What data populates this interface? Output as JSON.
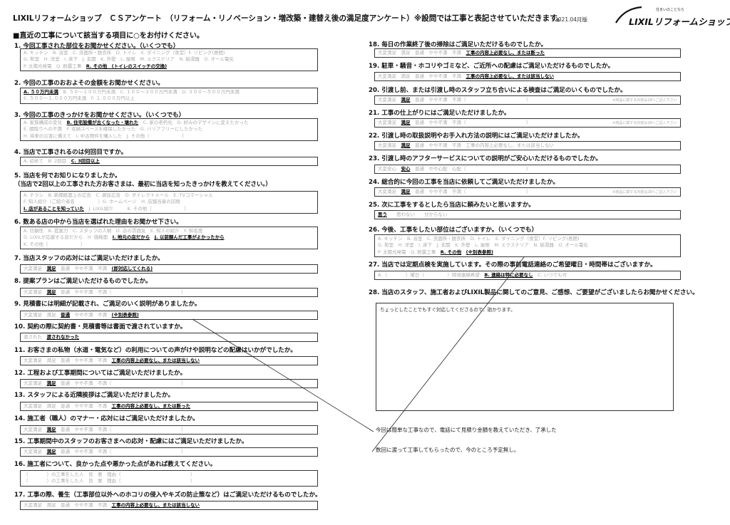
{
  "header": {
    "title": "LIXILリフォームショップ　ＣＳアンケート　（リフォーム・リノベーション・増改築・建替え後の満足度アンケート）※設問では工事と表記させていただきます。",
    "revision": "2021.04月版",
    "logo_small": "住まいのことなら",
    "logo_name": "LIXILリフォームショップ"
  },
  "instruction": "■直近の工事について該当する項目に○をお付けください。",
  "left": [
    {
      "title": "1. 今回工事された部位をお聞かせください。（いくつでも）",
      "lines": [
        "A. キッチン　B. 浴室　C. 洗面所・脱衣所　D. トイレ　E. ダイニング（食堂）F. リビング(居間)",
        "G. 和室　H. 洋室　I. 床下　J. 玄関　K. 外壁　L. 屋根　M. エクステリア　N. 給湯器　O. オール電化",
        "P. 太陽光発電　Q. 耐震工事　|R. その他　(トイレのスイッチの交換)"
      ]
    },
    {
      "title": "2. 今回の工事のおおよその金額をお聞かせください。",
      "lines": [
        "|A. ５０万円未満|　B. ５０～１００万円未満　C. １００～３００万円未満　D. ３００～５００万円未満",
        "E. ５００～１,０００万円未満　F. １,０００万円以上"
      ]
    },
    {
      "title": "3. 今回の工事のきっかけをお聞かせください。（いくつでも）",
      "lines": [
        "A. 家族構成の変化　|B. 住宅設備が古くなった・壊れた|　C. 家の老朽化　D. 好みのデザインに変えたかった",
        "E. 間取りへの不満　F. 収納スペースを確保したかった　G. バリアフリーにしたかった",
        "H. 将来の災害に備えて　I. 中古物件を購入した　J. その他（　　　　　　　）"
      ]
    },
    {
      "title": "4. 当店で工事されるのは何回目ですか。",
      "lines": [
        "A. 初めて　B. 2回目　|C. 3回目以上"
      ]
    },
    {
      "title": "5. 当店を何でお知りになりましたか。",
      "sub": "（当店で2回以上の工事された方お客さまは、最初に当店を知ったきっかけを教えてください。）",
      "lines": [
        "A. チラシ　B. 新聞紙面上の広告　C. 雑誌広告　D. ダイレクトメール　E. TVコマーシャル",
        "F. 知人紹介（ご紹介者名　　　　　）G. ホームページ　H. 店舗当者の訪問",
        "|I. 店があることを知っていた|　J. LIXIL紹介　　　K. その他（　　　　　　　）"
      ]
    },
    {
      "title": "6. 数ある店の中から当店を選ばれた理由をお聞かせ下さい。",
      "lines": [
        "A. 信頼性　B. 提案力　C. スタッフの人柄　D. 店の雰囲気　E. 知人の紹介　F. 知名度",
        "G. LIXILが応援する店だから　H. 価格面　|I. 地元の店だから|　|J. 以前頼んだ工事がよかったから",
        "K. その他（　　　　　　　）"
      ]
    },
    {
      "title": "7. 当店スタッフの応対にはご満足いただけましたか。",
      "lines": [
        "大変満足　|満足|　普通　やや不満　不満　|(即対応してくれる)"
      ]
    },
    {
      "title": "8. 提案プランはご満足いただけるものでしたか。",
      "lines": [
        "大変満足　|満足|　普通　やや不満　不満（　　　　　　　　　　　　　　　）"
      ]
    },
    {
      "title": "9. 見積書には明細が記載され、ご満足のいく説明がありましたか。",
      "lines": [
        "大変満足　満足　|普通|　やや不満　不満　|(※別表参照)"
      ]
    },
    {
      "title": "10. 契約の際に契約書・見積書等は書面で渡されていますか。",
      "lines": [
        "渡された　|渡されなかった"
      ]
    },
    {
      "title": "11. お客さまの私物（水道・電気など）の利用についての声がけや説明などの配慮はいかがでしたか。",
      "lines": [
        "大変満足　満足　普通　やや不満　不満　|工事の内容上必要なし、または該当しない"
      ]
    },
    {
      "title": "12. 工程および工事期間についてはご満足いただけましたか。",
      "lines": [
        "大変満足　|満足|　普通　やや不満　不満（　　　　　　　　　　　　　　　）"
      ]
    },
    {
      "title": "13. スタッフによる近隣挨拶はご満足いただけましたか。",
      "lines": [
        "大変満足　満足　普通　やや不満　不満　|工事の内容上必要なし、または断った"
      ]
    },
    {
      "title": "14. 施工者（職人）のマナー・応対にはご満足いただけましたか。",
      "lines": [
        "大変満足　|満足|　普通　やや不満　不満（　　　　　　　　　　　　　　　）"
      ]
    },
    {
      "title": "15. 工事期間中のスタッフのお客さまへの応対・配慮にはご満足いただけましたか。",
      "lines": [
        "大変満足　|満足|　普通　やや不満　不満（　　　　　　　　　　　　　　　）"
      ]
    },
    {
      "title": "16. 施工者について、良かった点や悪かった点があれば教えてください。",
      "lines": [
        "（　　　　）の工事をした人　良　悪　理由（　　　　　　　　　　　　　　　）",
        "（　　　　）の工事をした人　良　悪　理由（　　　　　　　　　　　　　　　）"
      ]
    },
    {
      "title": "17. 工事の際、養生（工事部位以外へのホコリの侵入やキズの防止策など）はご満足いただけるものでしたか。",
      "lines": [
        "大変満足　満足　普通　やや不満　不満　|工事の内容上必要なし、または該当しない"
      ]
    }
  ],
  "right": [
    {
      "title": "18. 毎日の作業終了後の掃除はご満足いただけるものでしたか。",
      "lines": [
        "大変満足　満足　普通　やや不満　不満　|工事の内容上必要なし、または断った"
      ]
    },
    {
      "title": "19. 駐車・騒音・ホコリやゴミなど、ご近所への配慮はご満足いただけるものでしたか。",
      "lines": [
        "大変満足　満足　普通　やや不満　不満　|工事の内容上必要なし、または該当しない"
      ]
    },
    {
      "title": "20. 引渡し前、または引渡し時のスタッフ立ち合いによる検査はご満足のいくものでしたか。",
      "lines": [
        "大変満足　|満足|　普通　やや不満　不満（　　　　　　　　　　　　　）"
      ],
      "note": "※商品に関する内容は28へご記入下さい"
    },
    {
      "title": "21. 工事の仕上がりにはご満足いただけましたか。",
      "lines": [
        "大変満足　|満足|　普通　やや不満　不満（　　　　　　　　　　　　　）"
      ],
      "note": "※商品に関する内容は28へご記入下さい"
    },
    {
      "title": "22. 引渡し時の取扱説明やお手入れ方法の説明にはご満足いただけましたか。",
      "lines": [
        "大変満足　|満足|　普通　やや不満　不満　工事の内容上必要なし、または該当しない"
      ]
    },
    {
      "title": "23. 引渡し時のアフターサービスについての説明がご安心いただけるものでしたか。",
      "lines": [
        "大変安心　|安心|　普通　やや心配　心配（　　　　　　　　　　　　　）"
      ]
    },
    {
      "title": "24. 総合的に今回の工事を当店に依頼してご満足いただけましたか。",
      "lines": [
        "大変満足　|満足|　普通　やや不満　不満（　　　　　　　　　　　　　）"
      ],
      "note": "※商品に関する内容は28へご記入下さい"
    },
    {
      "title": "25. 次に工事をするとしたら当店に頼みたいと思いますか。",
      "lines": [
        "|思う|　　思わない　　分からない"
      ]
    },
    {
      "title": "26. 今後、工事をしたい部位はございますか。（いくつでも）",
      "lines": [
        "A. キッチン　B. 浴室　C. 洗面所・脱衣所　D. トイレ　E. ダイニング（食堂）F. リビング(居間)",
        "G. 和室　H. 洋室　I. 床下　J. 玄関　K. 外壁　L. 屋根　M. エクステリア　N. 給湯器　O. オール電化",
        "P. 太陽光発電　Q. 耐震工事　|R. その他|　|(※別表参照)"
      ]
    },
    {
      "title": "27. 当店では定期点検を実施しています。その際の事前電話連絡のご希望曜日・時間帯はございますか。",
      "lines": [
        "A.（　　　　）曜日（　　　　　）時頃連絡希望　|B. 連絡は特に必要なし|　C. いつでも可"
      ]
    },
    {
      "title": "28. 当店のスタッフ、施工者およびLIXIL製品に関してのご意見、ご感想、ご要望がございましたらお聞かせください。",
      "lines": []
    }
  ],
  "q28_text": "ちょっとしたことでもすぐ対応してくださるので、助かります。",
  "free_comment_1": "今回は簡単な工事なので、電話にて見積り金額を教えていただき、了承した",
  "free_comment_2": "数回に渡って工事してもらったので、今のところ予定無し。"
}
